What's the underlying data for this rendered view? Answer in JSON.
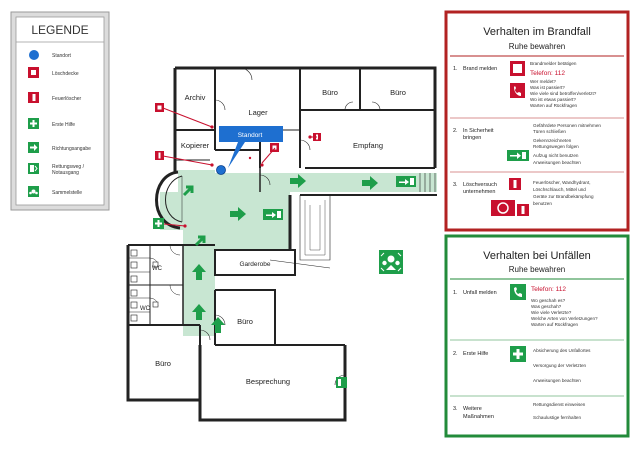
{
  "legend": {
    "title": "LEGENDE",
    "items": [
      {
        "label": "Standort"
      },
      {
        "label": "Löschdecke"
      },
      {
        "label": "Feuerlöscher"
      },
      {
        "label": "Erste Hilfe"
      },
      {
        "label": "Richtungsangabe"
      },
      {
        "label": "Rettungsweg /",
        "label2": "Notausgang"
      },
      {
        "label": "Sammelstelle"
      }
    ]
  },
  "rooms": {
    "archiv": "Archiv",
    "lager": "Lager",
    "buero1": "Büro",
    "buero2": "Büro",
    "kopierer": "Kopierer",
    "empfang": "Empfang",
    "garderobe": "Garderobe",
    "wc1": "WC",
    "wc2": "WC",
    "buero3": "Büro",
    "buero4": "Büro",
    "besprechung": "Besprechung"
  },
  "standort_label": "Standort",
  "fire": {
    "title": "Verhalten im Brandfall",
    "subtitle": "Ruhe bewahren",
    "steps": [
      {
        "num": "1.",
        "title": "Brand melden",
        "title2": "",
        "lines": [
          "Brandmelder betätigen",
          "Telefon: 112",
          "Wer meldet?",
          "Was ist passiert?",
          "Wie viele sind betroffen/verletzt?",
          "Wo ist etwas passiert?",
          "Warten auf Rückfragen"
        ]
      },
      {
        "num": "2.",
        "title": "In Sicherheit",
        "title2": "bringen",
        "lines": [
          "Gefährdete Personen mitnehmen",
          "Türen schließen",
          "Gekennzeichneten",
          "Rettungswegen folgen",
          "Aufzug nicht benutzen",
          "Anweisungen beachten"
        ]
      },
      {
        "num": "3.",
        "title": "Löschversuch",
        "title2": "unternehmen",
        "lines": [
          "Feuerlöscher, Wandhydrant,",
          "Löschschlauch, Mittel und",
          "Geräte zur Brandbekämpfung",
          "benutzen"
        ]
      }
    ]
  },
  "accident": {
    "title": "Verhalten bei Unfällen",
    "subtitle": "Ruhe bewahren",
    "steps": [
      {
        "num": "1.",
        "title": "Unfall melden",
        "title2": "",
        "lines": [
          "Telefon: 112",
          "Wo geschah es?",
          "Was geschah?",
          "Wie viele Verletzte?",
          "Welche Arten von Verletzungen?",
          "Warten auf Rückfragen"
        ]
      },
      {
        "num": "2.",
        "title": "Erste Hilfe",
        "title2": "",
        "lines": [
          "Absicherung des Unfallortes",
          "Versorgung der Verletzten",
          "Anweisungen beachten"
        ]
      },
      {
        "num": "3.",
        "title": "Weitere",
        "title2": "Maßnahmen",
        "lines": [
          "Rettungsdienst einweisen",
          "Schaulustige fernhalten"
        ]
      }
    ]
  },
  "colors": {
    "fire": "#b22222",
    "accident": "#228b3a",
    "escape": "#c8e6d2",
    "arrow": "#1e9e4a",
    "standort": "#1e6fd0",
    "legend_bg": "#dcdcdc"
  }
}
